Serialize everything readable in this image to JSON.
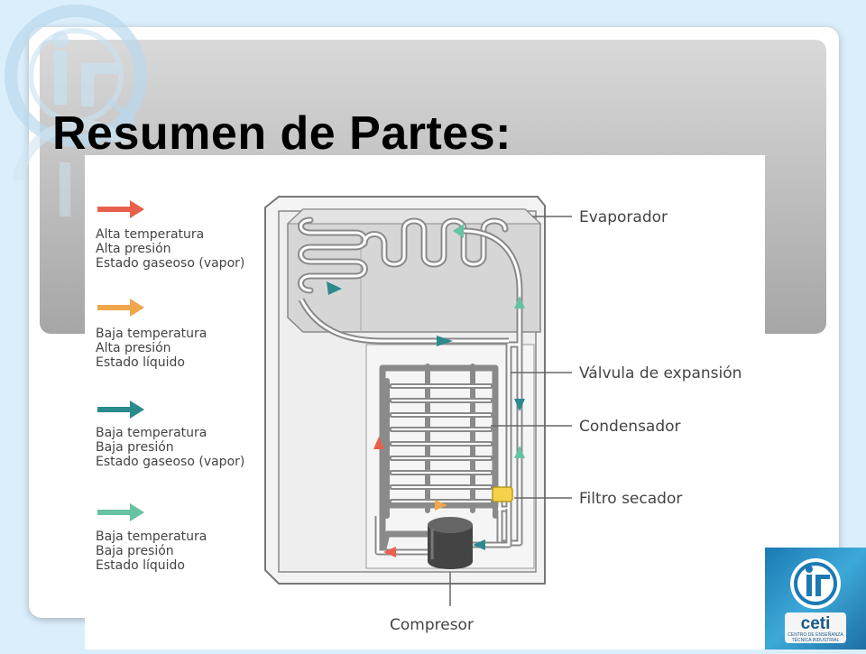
{
  "slide": {
    "title": "Resumen de Partes:"
  },
  "legend": [
    {
      "color": "#e8604c",
      "lines": [
        "Alta temperatura",
        "Alta presión",
        "Estado gaseoso (vapor)"
      ]
    },
    {
      "color": "#f0a64a",
      "lines": [
        "Baja temperatura",
        "Alta presión",
        "Estado líquido"
      ]
    },
    {
      "color": "#2a8a8c",
      "lines": [
        "Baja temperatura",
        "Baja presión",
        "Estado gaseoso (vapor)"
      ]
    },
    {
      "color": "#66c2a0",
      "lines": [
        "Baja temperatura",
        "Baja presión",
        "Estado líquido"
      ]
    }
  ],
  "parts": {
    "evaporador": "Evaporador",
    "valvula": "Válvula de expansión",
    "condensador": "Condensador",
    "filtro": "Filtro secador",
    "compresor": "Compresor"
  },
  "logo": {
    "brand": "ceti",
    "tagline_1": "CENTRO DE ENSEÑANZA",
    "tagline_2": "TÉCNICA INDUSTRIAL"
  },
  "colors": {
    "background": "#dbeefb",
    "accent_blue": "#1b7ab3"
  }
}
